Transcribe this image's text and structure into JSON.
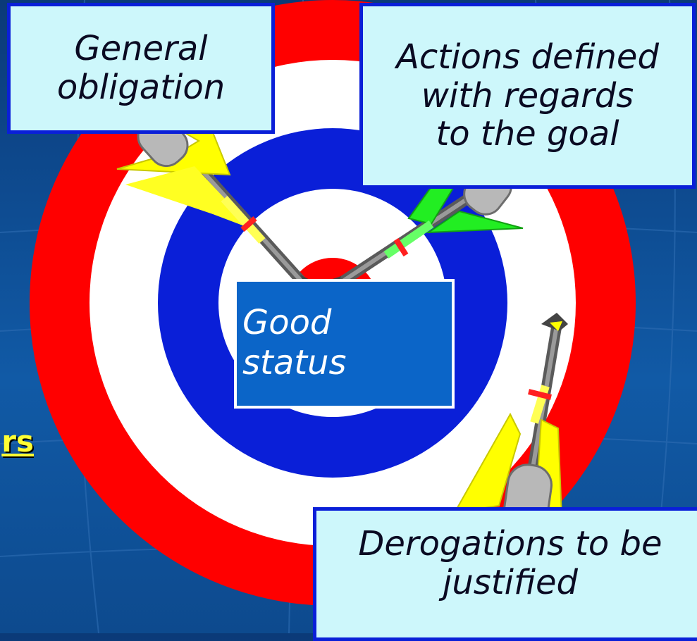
{
  "labels": {
    "general_line1": "General",
    "general_line2": "obligation",
    "actions_line1": "Actions defined",
    "actions_line2": "with regards",
    "actions_line3": "to the goal",
    "good_line1": "Good",
    "good_line2": "status",
    "derog_line1": "Derogations to be",
    "derog_line2": "justified",
    "side_fragment": "rs"
  },
  "colors": {
    "background": "#0e4d93",
    "ring_red": "#ff0000",
    "ring_white": "#ffffff",
    "ring_blue": "#0a1fd8",
    "label_box_fill": "#cdf7fb",
    "label_box_border": "#0a1fd8",
    "center_box_fill": "#0b65c8",
    "side_text": "#ffff33",
    "dart_yellow_fletch": "#ffff00",
    "dart_green_fletch": "#22ee22",
    "dart_band": "#ff2020"
  },
  "icons": {
    "dart_1": "dart-yellow-icon",
    "dart_2": "dart-green-icon",
    "dart_3": "dart-yellow-icon"
  }
}
